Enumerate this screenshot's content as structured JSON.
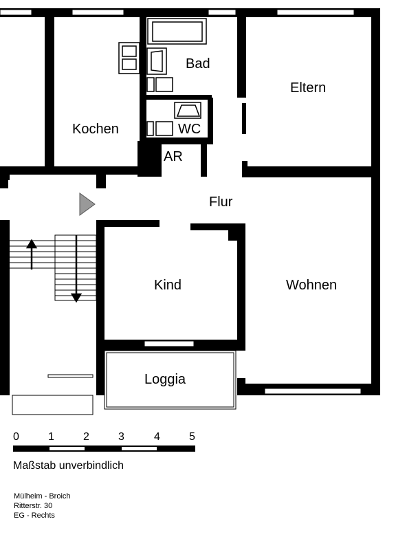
{
  "rooms": {
    "bad": "Bad",
    "eltern": "Eltern",
    "kochen": "Kochen",
    "wc": "WC",
    "ar": "AR",
    "flur": "Flur",
    "kind": "Kind",
    "wohnen": "Wohnen",
    "loggia": "Loggia"
  },
  "scale": {
    "ticks": [
      "0",
      "1",
      "2",
      "3",
      "4",
      "5"
    ],
    "caption": "Maßstab unverbindlich"
  },
  "address": {
    "line1": "Mülheim - Broich",
    "line2": "Ritterstr. 30",
    "line3": "EG - Rechts"
  }
}
